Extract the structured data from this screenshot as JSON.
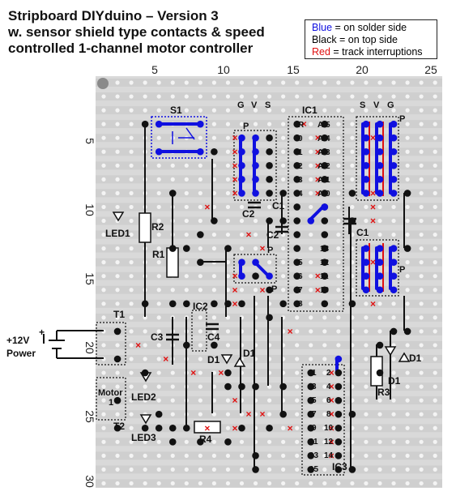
{
  "title": {
    "line1": "Stripboard DIYduino – Version 3",
    "line2": "w. sensor shield type contacts & speed",
    "line3": "controlled 1-channel motor controller"
  },
  "legend": {
    "blue_key": "Blue",
    "blue_text": " = on solder side",
    "black_text": "Black = on top side",
    "red_key": "Red",
    "red_text": " = track interruptions"
  },
  "colors": {
    "blue": "#1010e0",
    "red": "#e01010",
    "black": "#111111",
    "board": "#d9d9d9",
    "hole": "#f4f4f4"
  },
  "axis": {
    "columns": [
      "5",
      "10",
      "15",
      "20",
      "25"
    ],
    "rows": [
      "5",
      "10",
      "15",
      "20",
      "25",
      "30"
    ]
  },
  "labels": {
    "s1": "S1",
    "gvs_left": [
      "G",
      "V",
      "S"
    ],
    "gvs_right": [
      "S",
      "V",
      "G"
    ],
    "p_top_left": "P",
    "p_top_right": "P",
    "p_mid_left": "P",
    "p_mid_right": "P",
    "p_bottom": "P",
    "ic1": "IC1",
    "ic1_left": [
      "R",
      "0",
      "1",
      "2",
      "3",
      "4"
    ],
    "ic1_right": [
      "Ai5",
      "Ai4",
      "Ai3",
      "Ai2",
      "Ai1",
      "Ai0"
    ],
    "ic1_lower_left": [
      "5",
      "6",
      "7",
      "8"
    ],
    "ic1_lower_right": [
      "13",
      "12",
      "11",
      "10",
      "9"
    ],
    "ic3": "IC3",
    "ic3_left": [
      "1",
      "3",
      "5",
      "7",
      "9",
      "11",
      "13",
      "15"
    ],
    "ic3_right": [
      "2",
      "4",
      "6",
      "8",
      "10",
      "12",
      "14"
    ],
    "led1": "LED1",
    "led2": "LED2",
    "led3": "LED3",
    "r1": "R1",
    "r2": "R2",
    "r3": "R3",
    "r4": "R4",
    "c1a": "C1",
    "c1b": "C1",
    "c2a": "C2",
    "c2b": "C2",
    "c3": "C3",
    "c4": "C4",
    "ic2": "IC2",
    "t1": "T1",
    "t2": "T2",
    "d1a": "D1",
    "d1b": "D1",
    "d1c": "D1",
    "d1d": "D1",
    "motor": "Motor",
    "motor_num": "1",
    "power_v": "+12V",
    "power": "Power",
    "plus": "+"
  }
}
